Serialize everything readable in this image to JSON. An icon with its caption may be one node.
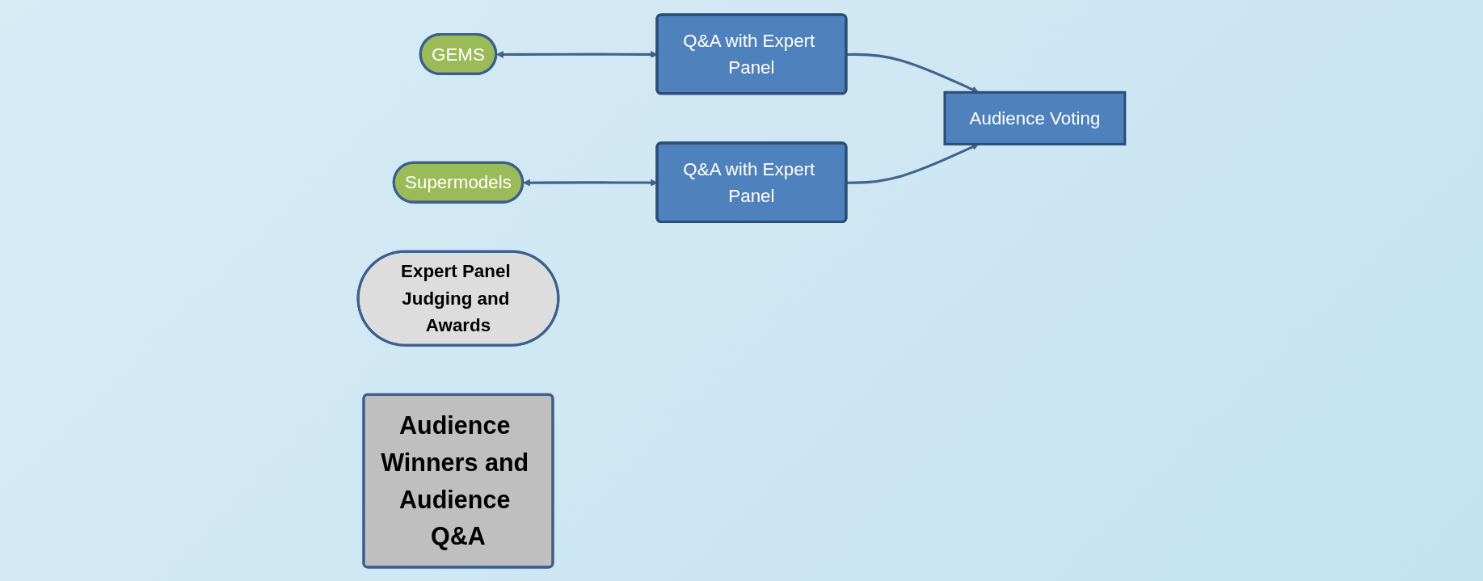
{
  "diagram": {
    "nodes": [
      {
        "text": [
          "GEMS"
        ]
      },
      {
        "text": [
          "Supermodels"
        ]
      },
      {
        "text": [
          "Q&A with Expert Panel"
        ]
      },
      {
        "text": [
          "Q&A with Expert Panel"
        ]
      },
      {
        "text": [
          "Audience Voting"
        ]
      },
      {
        "text": [
          "Expert Panel Judging and Awards"
        ]
      },
      {
        "text": [
          "Audience Winners and Audience Q&A"
        ]
      }
    ],
    "edges": [
      {
        "from": 0,
        "to": 2,
        "arrow": "both"
      },
      {
        "from": 1,
        "to": 3,
        "arrow": "both"
      },
      {
        "from": 2,
        "to": 4,
        "arrow": "to"
      },
      {
        "from": 3,
        "to": 4,
        "arrow": "to"
      }
    ]
  }
}
